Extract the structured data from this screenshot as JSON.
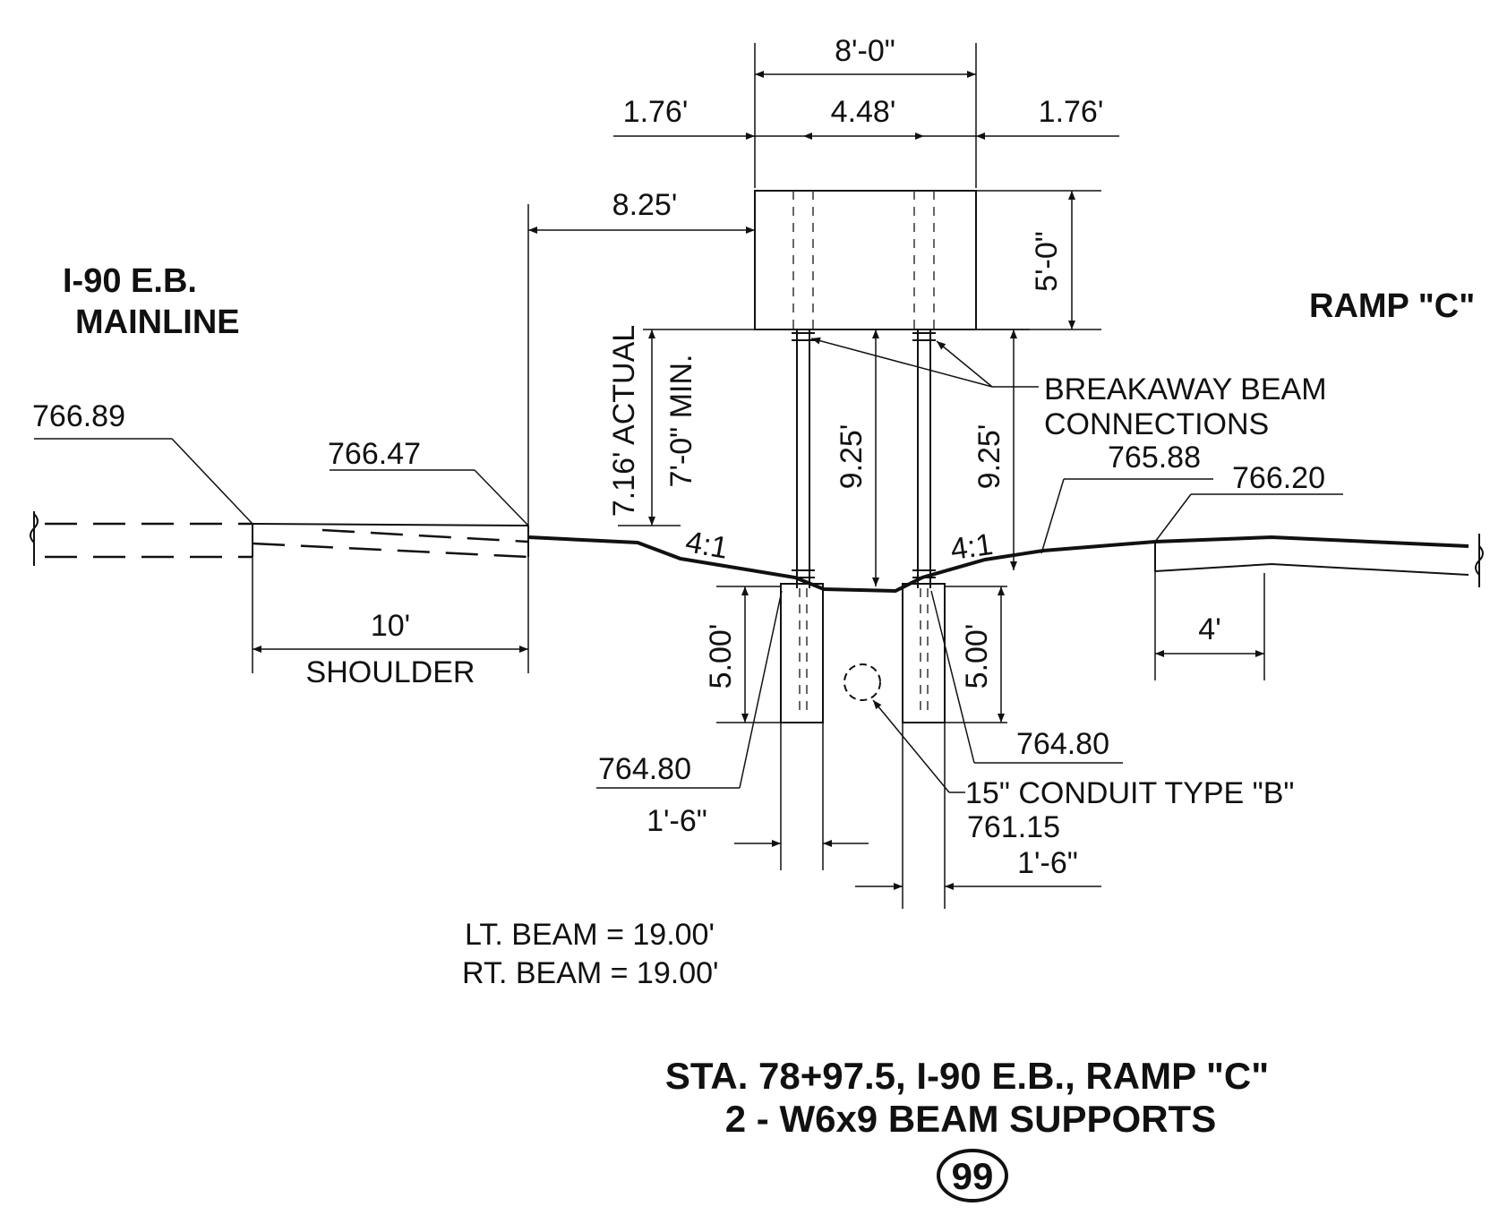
{
  "labels": {
    "mainline_line1": "I-90  E.B.",
    "mainline_line2": "MAINLINE",
    "ramp": "RAMP  \"C\"",
    "breakaway_line1": "BREAKAWAY  BEAM",
    "breakaway_line2": "CONNECTIONS",
    "shoulder": "SHOULDER",
    "conduit": "15\"  CONDUIT  TYPE  \"B\"",
    "conduit_elev": "761.15",
    "clearance_actual": "7.16'  ACTUAL",
    "clearance_min": "7'-0\"  MIN."
  },
  "dimensions": {
    "sign_width": "8'-0\"",
    "left_overhang": "1.76'",
    "post_spacing": "4.48'",
    "right_overhang": "1.76'",
    "offset_to_sign": "8.25'",
    "sign_height": "5'-0\"",
    "post_height_left": "9.25'",
    "post_height_right": "9.25'",
    "foundation_depth_left": "5.00'",
    "foundation_depth_right": "5.00'",
    "shoulder_width": "10'",
    "ramp_offset": "4'",
    "foundation_width_left": "1'-6\"",
    "foundation_width_right": "1'-6\"",
    "slope_left": "4:1",
    "slope_right": "4:1"
  },
  "elevations": {
    "e1": "766.89",
    "e2": "766.47",
    "e3": "765.88",
    "e4": "766.20",
    "e5": "764.80",
    "e6": "764.80"
  },
  "beams": {
    "lt": "LT.  BEAM  =  19.00'",
    "rt": "RT.  BEAM  =  19.00'"
  },
  "title": {
    "line1": "STA.  78+97.5,  I-90  E.B.,  RAMP  \"C\"",
    "line2": "2  -  W6x9  BEAM  SUPPORTS",
    "sheet_number": "99"
  }
}
